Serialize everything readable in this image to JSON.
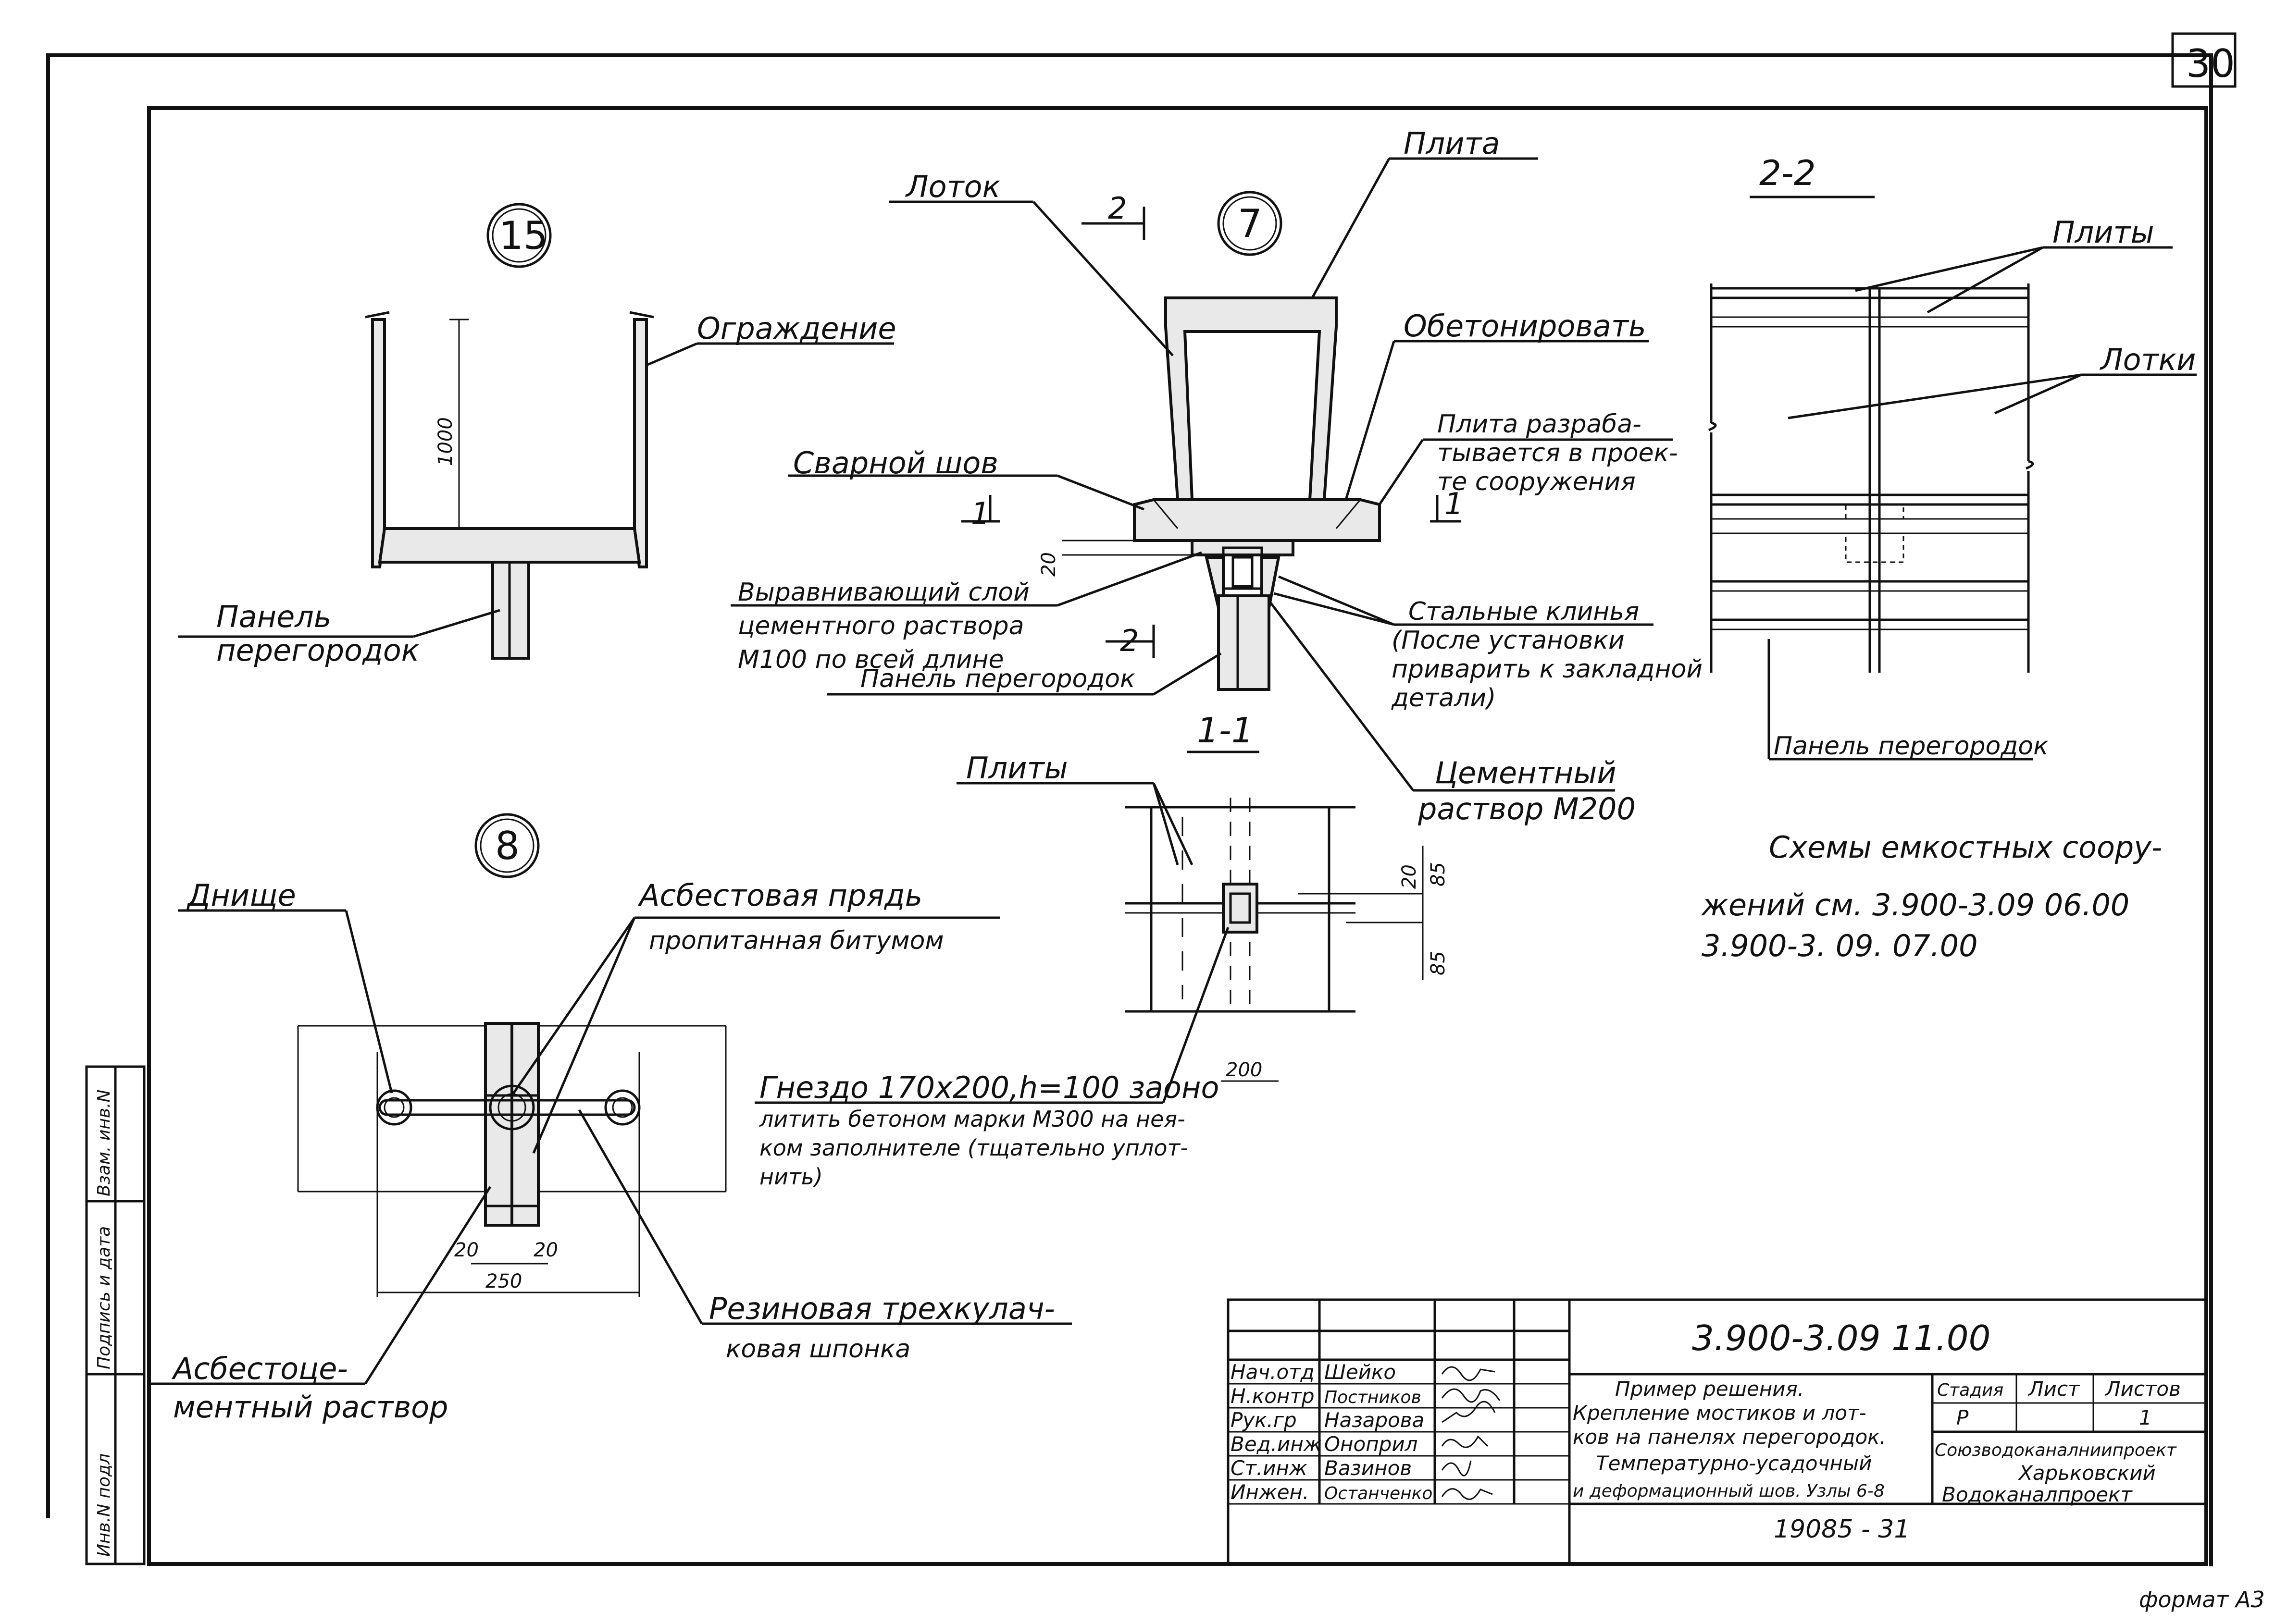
{
  "sheet_number": "30",
  "notes": {
    "node15": {
      "number": "15",
      "ograzhdenie": "Ограждение",
      "dim_1000": "1000",
      "panel_line1": "Панель",
      "panel_line2": "перегородок"
    },
    "node7": {
      "number": "7",
      "lotok": "Лоток",
      "plita": "Плита",
      "section_mark": "2",
      "obetonirovat": "Обетонировать",
      "plita_razrab_1": "Плита разраба-",
      "plita_razrab_2": "тывается в проек-",
      "plita_razrab_3": "те сооружения",
      "svarnoy_shov": "Сварной шов",
      "mark_1": "1",
      "dim_20": "20",
      "vyravn_1": "Выравнивающий слой",
      "vyravn_2": "цементного раствора",
      "vyravn_3": "М100 по всей длине",
      "panel_peregorodok": "Панель перегородок",
      "section_mark_2": "2",
      "stalnye_1": "Стальные клинья",
      "stalnye_2": "(После установки",
      "stalnye_3": "приварить к закладной",
      "stalnye_4": "детали)",
      "cement_1": "Цементный",
      "cement_2": "раствор М200"
    },
    "section11": {
      "title": "1-1",
      "plity": "Плиты",
      "dim_20": "20",
      "dim_85a": "85",
      "dim_85b": "85",
      "dim_200": "200",
      "gnezdo_1": "Гнездо 170х200,h=100 заоно",
      "gnezdo_2": "литить бетоном марки М300 на нея-",
      "gnezdo_3": "ком заполнителе (тщательно уплот-",
      "gnezdo_4": "нить)"
    },
    "section22": {
      "title": "2-2",
      "plity": "Плиты",
      "lotki": "Лотки",
      "panel": "Панель перегородок"
    },
    "schemes": {
      "line1": "Схемы емкостных соору-",
      "line2": "жений     см. 3.900-3.09 06.00",
      "line3": "3.900-3. 09. 07.00"
    },
    "node8": {
      "number": "8",
      "dnische": "Днище",
      "asbest_1": "Асбестовая прядь",
      "asbest_2": "пропитанная битумом",
      "dim_20a": "20",
      "dim_20b": "20",
      "dim_250": "250",
      "rezina_1": "Резиновая трехкулач-",
      "rezina_2": "ковая шпонка",
      "asbcem_1": "Асбестоце-",
      "asbcem_2": "ментный раствор"
    }
  },
  "side_stamp": {
    "c1": "Инв.N подл",
    "c2": "Подпись и дата",
    "c3": "Взам. инв.N"
  },
  "title_block": {
    "code": "3.900-3.09 11.00",
    "roles": [
      "Нач.отд",
      "Н.контр",
      "Рук.гр",
      "Вед.инж",
      "Ст.инж",
      "Инжен."
    ],
    "names": [
      "Шейко",
      "Постников",
      "Назарова",
      "Оноприл",
      "Вазинов",
      "Останченко"
    ],
    "title_1": "Пример решения.",
    "title_2": "Крепление мостиков и лот-",
    "title_3": "ков на панелях перегородок.",
    "title_4": "Температурно-усадочный",
    "title_5": "и деформационный шов. Узлы 6-8",
    "stage_label": "Стадия",
    "sheet_label": "Лист",
    "sheets_label": "Листов",
    "stage": "Р",
    "sheets": "1",
    "org_1": "Союзводоканалниипроект",
    "org_2": "Харьковский",
    "org_3": "Водоканалпроект",
    "inv_number": "19085 - 31"
  },
  "format": "формат А3"
}
